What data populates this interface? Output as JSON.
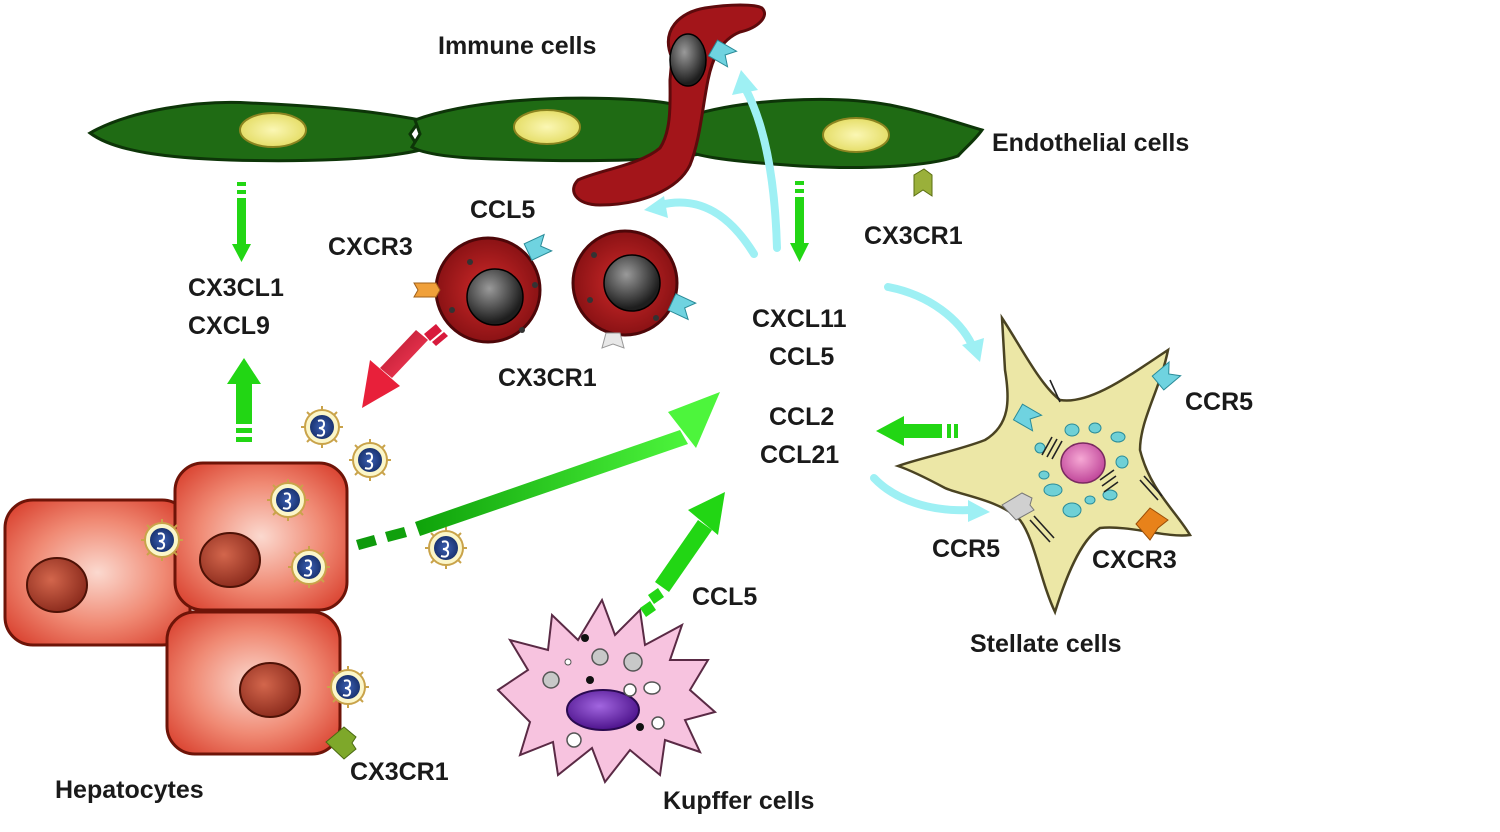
{
  "labels": {
    "immune_cells": "Immune cells",
    "endothelial_cells": "Endothelial cells",
    "hepatocytes": "Hepatocytes",
    "kupffer_cells": "Kupffer cells",
    "stellate_cells": "Stellate cells"
  },
  "chemokines": {
    "endothelial_group": [
      "CX3CL1",
      "CXCL9"
    ],
    "central_group_top": [
      "CXCL11",
      "CCL5"
    ],
    "central_group_bottom": [
      "CCL2",
      "CCL21"
    ],
    "immune_ccl5": "CCL5",
    "kupffer_ccl5": "CCL5"
  },
  "receptors": {
    "immune_cxcr3": "CXCR3",
    "immune_cx3cr1": "CX3CR1",
    "endothelial_cx3cr1": "CX3CR1",
    "hepatocyte_cx3cr1": "CX3CR1",
    "stellate_ccr5_top": "CCR5",
    "stellate_ccr5_bottom": "CCR5",
    "stellate_cxcr3": "CXCR3"
  },
  "colors": {
    "endothelial": "#1f6b14",
    "immune": "#a3151a",
    "hepatocyte": "#e14b3c",
    "stellate": "#ece7a6",
    "kupffer": "#f7c3df",
    "green_arrow": "#22d614",
    "cyan_arrow": "#9ef0f4",
    "red_arrow": "#d81a3c"
  }
}
